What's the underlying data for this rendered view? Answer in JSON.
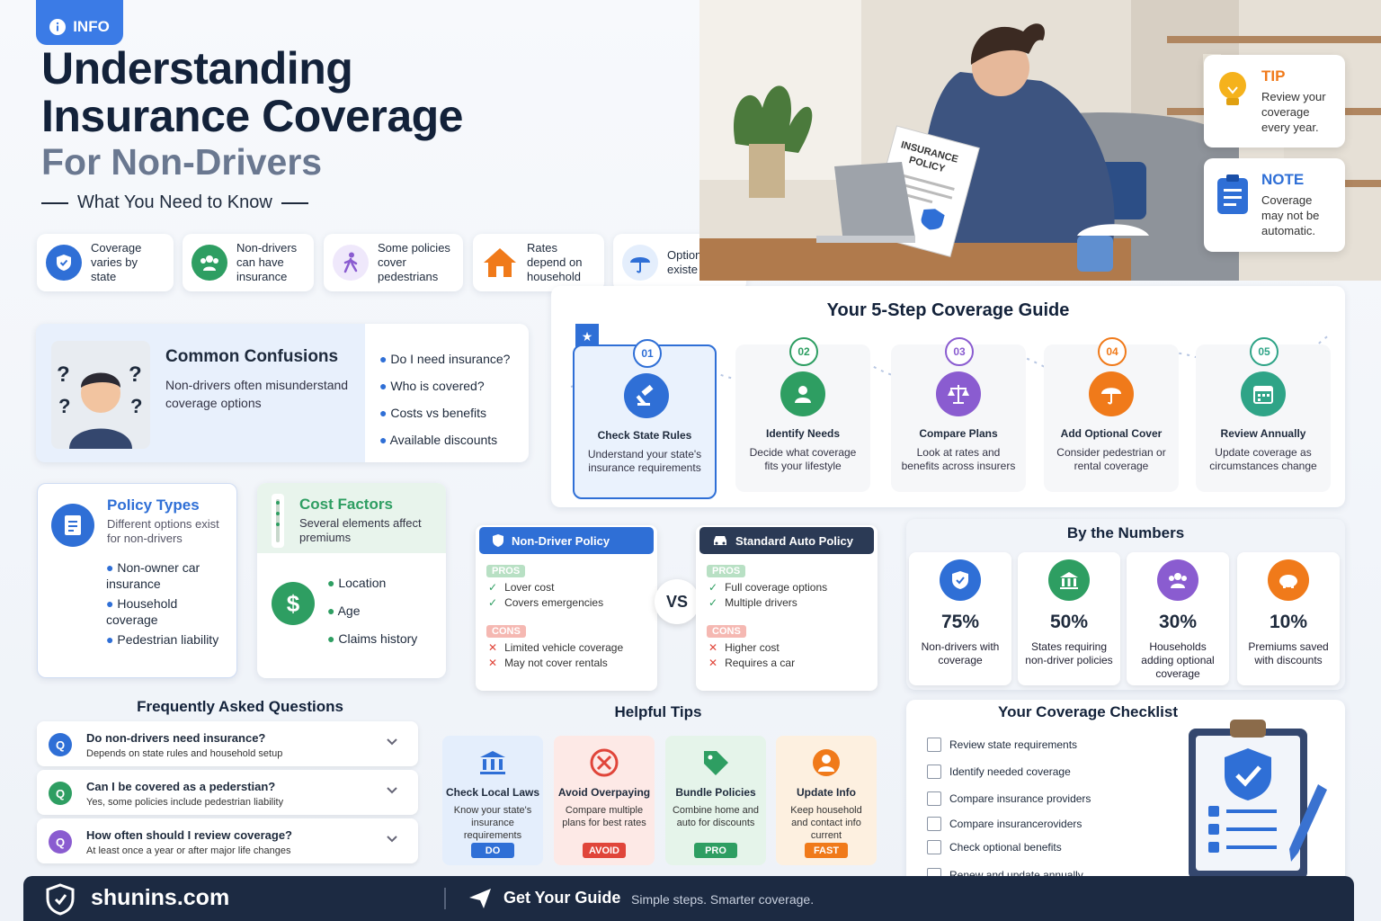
{
  "badge": {
    "label": "INFO"
  },
  "hero": {
    "title_line1": "Understanding",
    "title_line2": "Insurance Coverage",
    "title_line3": "For Non-Drivers",
    "subtitle": "What You Need to Know",
    "document_label_line1": "INSURANCE",
    "document_label_line2": "POLICY"
  },
  "features": [
    {
      "icon": "shield-icon",
      "label": "Coverage varies by state"
    },
    {
      "icon": "people-icon",
      "label": "Non-drivers can have insurance"
    },
    {
      "icon": "pedestrian-icon",
      "label": "Some policies cover pedestrians"
    },
    {
      "icon": "house-icon",
      "label": "Rates depend on household"
    },
    {
      "icon": "umbrella-icon",
      "label": "Optional existe exisse"
    }
  ],
  "side_notes": {
    "tip": {
      "title": "TIP",
      "text": "Review your coverage every year."
    },
    "note": {
      "title": "NOTE",
      "text": "Coverage may not be automatic."
    }
  },
  "confusions": {
    "title": "Common Confusions",
    "text": "Non-drivers often misunderstand coverage options",
    "items": [
      "Do I need insurance?",
      "Who is covered?",
      "Costs vs benefits",
      "Available discounts"
    ]
  },
  "policy_types": {
    "title": "Policy Types",
    "text": "Different options exist for non-drivers",
    "items": [
      "Non-owner car insurance",
      "Household coverage",
      "Pedestrian liability"
    ]
  },
  "cost_factors": {
    "title": "Cost Factors",
    "text": "Several elements affect premiums",
    "items": [
      "Location",
      "Age",
      "Claims history"
    ]
  },
  "guide": {
    "title": "Your 5-Step Coverage Guide",
    "steps": [
      {
        "num": "01",
        "title": "Check State Rules",
        "text": "Understand your state's insurance requirements",
        "color": "#2f6fd6",
        "icon": "gavel-icon"
      },
      {
        "num": "02",
        "title": "Identify Needs",
        "text": "Decide what coverage fits your lifestyle",
        "color": "#2e9e62",
        "icon": "person-icon"
      },
      {
        "num": "03",
        "title": "Compare Plans",
        "text": "Look at rates and benefits across insurers",
        "color": "#8a5cd0",
        "icon": "scales-icon"
      },
      {
        "num": "04",
        "title": "Add Optional Cover",
        "text": "Consider pedestrian or rental coverage",
        "color": "#f07a1a",
        "icon": "umbrella-icon"
      },
      {
        "num": "05",
        "title": "Review Annually",
        "text": "Update coverage as circumstances change",
        "color": "#2fa487",
        "icon": "calendar-icon"
      }
    ]
  },
  "comparison": {
    "vs": "VS",
    "non_driver": {
      "title": "Non-Driver Policy",
      "pros_label": "PROS",
      "pros": [
        "Lover cost",
        "Covers emergencies"
      ],
      "cons_label": "CONS",
      "cons": [
        "Limited vehicle coverage",
        "May not cover rentals"
      ]
    },
    "standard": {
      "title": "Standard Auto Policy",
      "pros_label": "PROS",
      "pros": [
        "Full coverage options",
        "Multiple drivers"
      ],
      "cons_label": "CONS",
      "cons": [
        "Higher cost",
        "Requires a car"
      ]
    }
  },
  "numbers": {
    "title": "By the Numbers",
    "stats": [
      {
        "value": "75%",
        "label": "Non-drivers with coverage",
        "color": "#2f6fd6"
      },
      {
        "value": "50%",
        "label": "States requiring non-driver policies",
        "color": "#2e9e62"
      },
      {
        "value": "30%",
        "label": "Households adding optional coverage",
        "color": "#8a5cd0"
      },
      {
        "value": "10%",
        "label": "Premiums saved with discounts",
        "color": "#f07a1a"
      }
    ]
  },
  "faq": {
    "title": "Frequently Asked Questions",
    "items": [
      {
        "badge": "Q",
        "q": "Do non-drivers need insurance?",
        "a": "Depends on state rules and household setup",
        "color": "#2f6fd6"
      },
      {
        "badge": "Q",
        "q": "Can I be covered as a pederstian?",
        "a": "Yes, some policies include pedestrian liability",
        "color": "#2e9e62"
      },
      {
        "badge": "Q",
        "q": "How often should I review coverage?",
        "a": "At least once a year or after major life changes",
        "color": "#8a5cd0"
      }
    ]
  },
  "tips": {
    "title": "Helpful Tips",
    "items": [
      {
        "title": "Check Local Laws",
        "text": "Know your state's insurance requirements",
        "badge": "DO",
        "bg": "#e4eefc",
        "accent": "#2f6fd6"
      },
      {
        "title": "Avoid Overpaying",
        "text": "Compare multiple plans for best rates",
        "badge": "AVOID",
        "bg": "#fde9e6",
        "accent": "#e0453a"
      },
      {
        "title": "Bundle Policies",
        "text": "Combine home and auto for discounts",
        "badge": "PRO",
        "bg": "#e5f4ea",
        "accent": "#2e9e62"
      },
      {
        "title": "Update Info",
        "text": "Keep household and contact info current",
        "badge": "FAST",
        "bg": "#fdf0e0",
        "accent": "#f07a1a"
      }
    ]
  },
  "checklist": {
    "title": "Your Coverage Checklist",
    "items": [
      "Review state requirements",
      "Identify needed coverage",
      "Compare insurance providers",
      "Compare insuranceroviders",
      "Check optional benefits",
      "Renew and update annually"
    ]
  },
  "footer": {
    "brand": "shunins.com",
    "cta": "Get Your Guide",
    "tagline": "Simple steps. Smarter coverage."
  }
}
